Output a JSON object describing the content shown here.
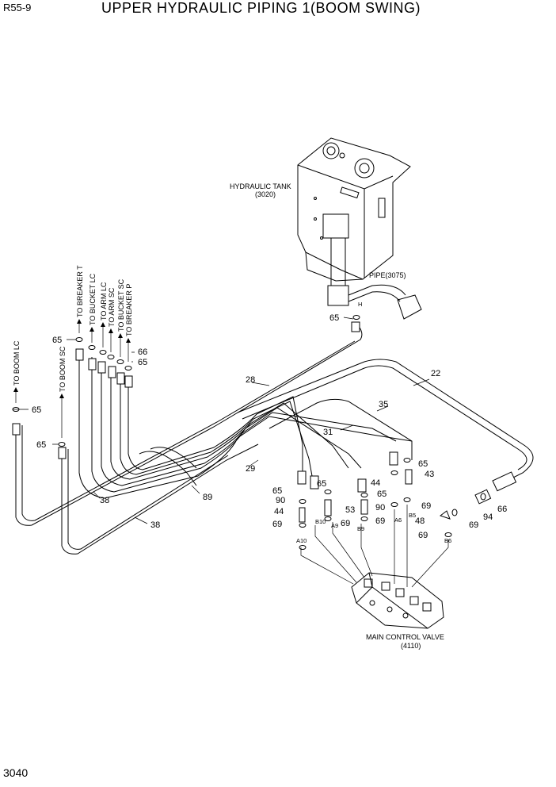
{
  "header": {
    "model": "R55-9",
    "title": "UPPER HYDRAULIC PIPING 1(BOOM SWING)"
  },
  "footer": {
    "page_number": "3040"
  },
  "components": {
    "tank_label": "HYDRAULIC TANK",
    "tank_code": "(3020)",
    "pipe_label": "PIPE(3075)",
    "pipe_h": "H",
    "valve_label": "MAIN CONTROL VALVE",
    "valve_code": "(4110)"
  },
  "destinations": [
    "TO BOOM LC",
    "TO BOOM SC",
    "TO BREAKER T",
    "TO BUCKET LC",
    "TO ARM LC",
    "TO ARM SC",
    "TO BUCKET SC",
    "TO BREAKER P"
  ],
  "ports": [
    "A10",
    "B10",
    "A9",
    "B9",
    "A6",
    "B5",
    "B6"
  ],
  "callouts": {
    "c65_tank": "65",
    "c65_tl": "65",
    "c66_tr": "66",
    "c65_tr": "65",
    "c65_boomlc": "65",
    "c65_boomsc": "65",
    "c28": "28",
    "c22": "22",
    "c35": "35",
    "c31": "31",
    "c29": "29",
    "c89": "89",
    "c38a": "38",
    "c38b": "38",
    "c65_a": "65",
    "c65_b": "65",
    "c90_a": "90",
    "c44_a": "44",
    "c69_a": "69",
    "c53": "53",
    "c69_b": "69",
    "c44_b": "44",
    "c65_c": "65",
    "c90_b": "90",
    "c69_c": "69",
    "c65_d": "65",
    "c43": "43",
    "c69_d": "69",
    "c48": "48",
    "c69_e": "69",
    "c69_f": "69",
    "c94": "94",
    "c66": "66"
  }
}
